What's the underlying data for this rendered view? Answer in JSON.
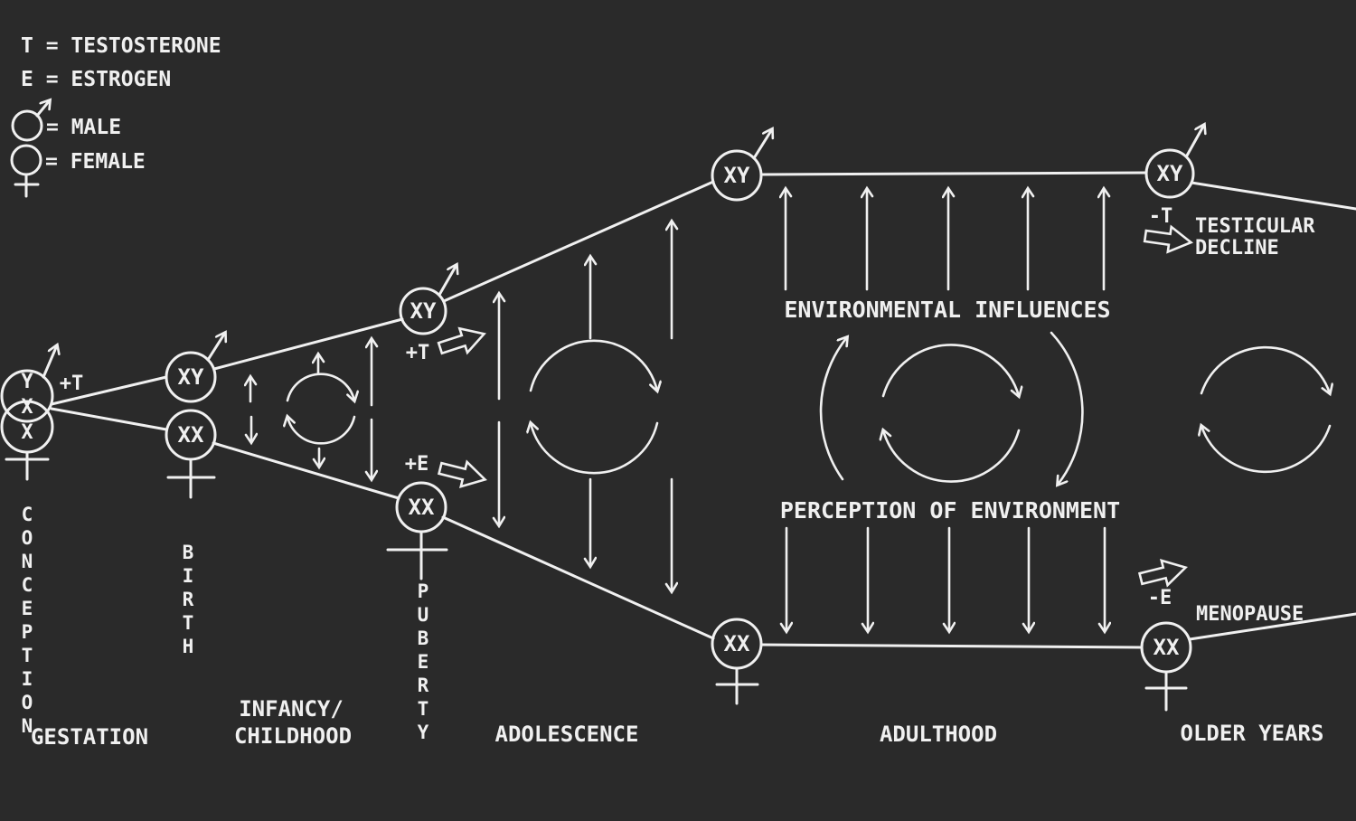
{
  "colors": {
    "background": "#2a2a2a",
    "ink": "#f0f0f0"
  },
  "legend": {
    "testosterone": "T = TESTOSTERONE",
    "estrogen": "E = ESTROGEN",
    "male": "= MALE",
    "female": "= FEMALE"
  },
  "conception": {
    "chromosomes": [
      "Y",
      "X",
      "X"
    ],
    "hormone": "+T",
    "milestone": "CONCEPTION",
    "stage": "GESTATION"
  },
  "birth": {
    "male": "XY",
    "female": "XX",
    "milestone": "BIRTH"
  },
  "infancy": {
    "stage_line1": "INFANCY/",
    "stage_line2": "CHILDHOOD"
  },
  "puberty": {
    "male": "XY",
    "female": "XX",
    "male_hormone": "+T",
    "female_hormone": "+E",
    "milestone": "PUBERTY",
    "stage": "ADOLESCENCE"
  },
  "adulthood": {
    "male": "XY",
    "female": "XX",
    "top_label": "ENVIRONMENTAL INFLUENCES",
    "bottom_label": "PERCEPTION OF ENVIRONMENT",
    "stage": "ADULTHOOD"
  },
  "older": {
    "male": "XY",
    "female": "XX",
    "male_hormone": "-T",
    "male_note_line1": "TESTICULAR",
    "male_note_line2": "DECLINE",
    "female_hormone": "-E",
    "female_note": "MENOPAUSE",
    "stage": "OLDER YEARS"
  }
}
